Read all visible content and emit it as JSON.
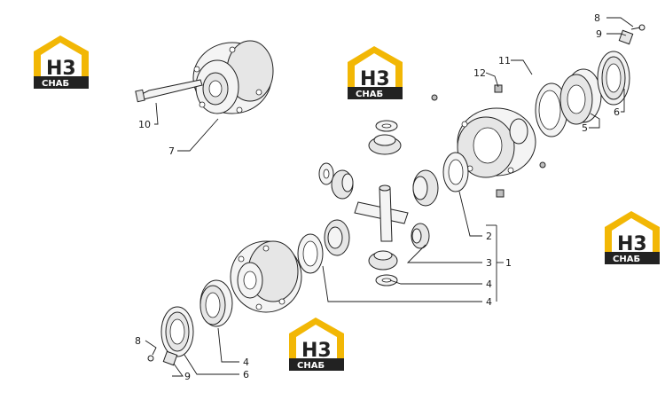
{
  "logo": {
    "mark": "Н3",
    "word": "СНАБ",
    "accent": "#f2b705",
    "dark": "#222222"
  },
  "callouts": {
    "top_right_8": "8",
    "top_right_9": "9",
    "top_right_6": "6",
    "top_right_5": "5",
    "top_11": "11",
    "top_12": "12",
    "upper_10": "10",
    "upper_7": "7",
    "mid_2": "2",
    "mid_3": "3",
    "mid_1": "1",
    "mid_4": "4",
    "mid_4b": "4",
    "bottom_8": "8",
    "bottom_9": "9",
    "bottom_4": "4",
    "bottom_6": "6"
  },
  "colors": {
    "line": "#1a1a1a",
    "part": "#f4f4f4"
  }
}
